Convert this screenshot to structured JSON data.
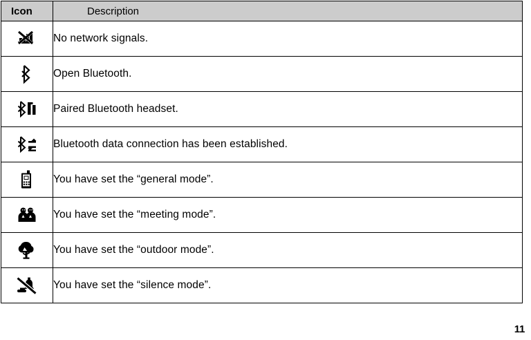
{
  "document": {
    "page_number": "11",
    "colors": {
      "header_background": "#cccccc",
      "border": "#000000",
      "text": "#000000",
      "page_background": "#ffffff"
    }
  },
  "table": {
    "columns": [
      {
        "key": "icon",
        "label": "Icon"
      },
      {
        "key": "description",
        "label": "Description"
      }
    ],
    "rows": [
      {
        "icon_name": "no-network-signal-icon",
        "description": "No network signals."
      },
      {
        "icon_name": "bluetooth-icon",
        "description": "Open Bluetooth."
      },
      {
        "icon_name": "bluetooth-headset-paired-icon",
        "description": "Paired Bluetooth headset."
      },
      {
        "icon_name": "bluetooth-data-connection-icon",
        "description": "Bluetooth data connection has been established."
      },
      {
        "icon_name": "general-mode-handset-icon",
        "description": "You have set the “general mode”."
      },
      {
        "icon_name": "meeting-mode-people-icon",
        "description": "You have set the “meeting mode”."
      },
      {
        "icon_name": "outdoor-mode-tree-icon",
        "description": "You have set the “outdoor mode”."
      },
      {
        "icon_name": "silence-mode-muted-icon",
        "description": "You have set the “silence mode”."
      }
    ]
  }
}
